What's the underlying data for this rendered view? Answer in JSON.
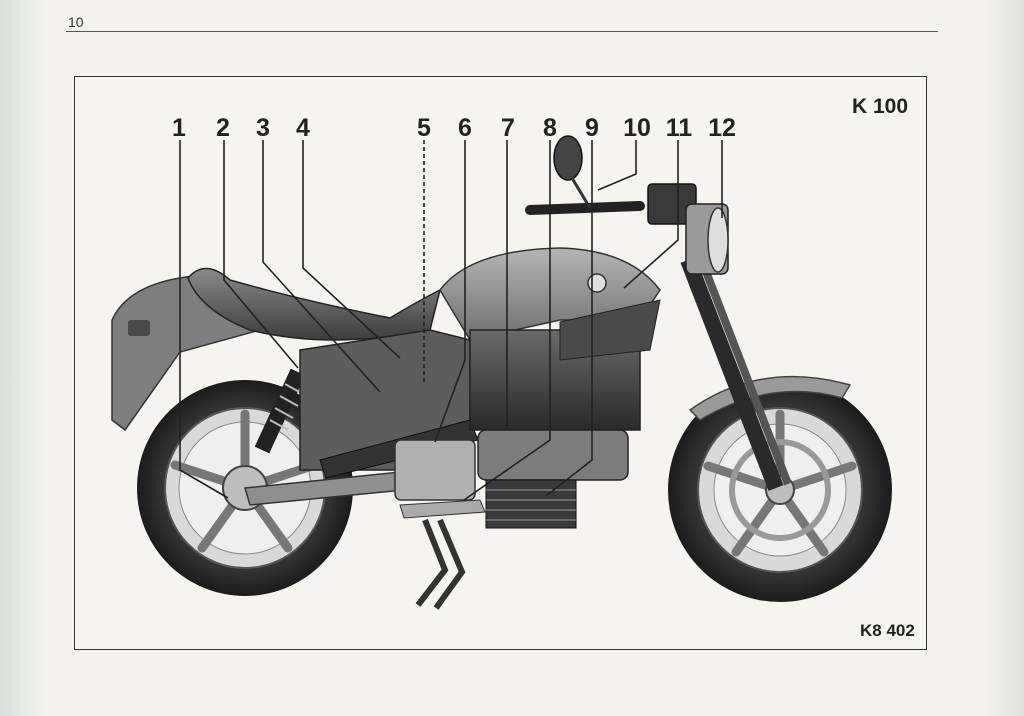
{
  "page": {
    "number": "10"
  },
  "figure": {
    "model": "K 100",
    "code": "K8 402",
    "callouts": [
      "1",
      "2",
      "3",
      "4",
      "5",
      "6",
      "7",
      "8",
      "9",
      "10",
      "11",
      "12"
    ]
  },
  "colors": {
    "ink": "#222222",
    "paper": "#f3f2ef",
    "tank": "#8e8e8e",
    "tire": "#2e2e2e"
  }
}
